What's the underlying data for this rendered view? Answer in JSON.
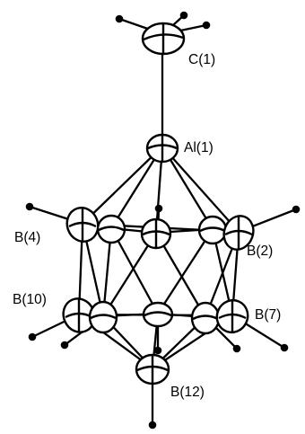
{
  "figure": {
    "labels": {
      "c1": "C(1)",
      "al1": "Al(1)",
      "b4": "B(4)",
      "b2": "B(2)",
      "b10": "B(10)",
      "b7": "B(7)",
      "b12": "B(12)"
    },
    "colors": {
      "ink": "#000000",
      "paper": "#ffffff"
    }
  }
}
